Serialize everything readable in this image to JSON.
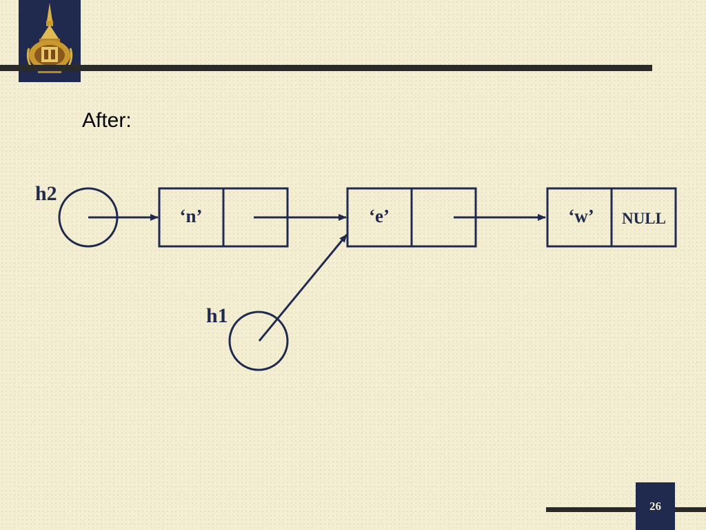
{
  "slide": {
    "heading": "After:",
    "page_number": "26"
  },
  "pointers": [
    {
      "label": "h2"
    },
    {
      "label": "h1"
    }
  ],
  "nodes": [
    {
      "value": "‘n’",
      "next": ""
    },
    {
      "value": "‘e’",
      "next": ""
    },
    {
      "value": "‘w’",
      "next": "NULL"
    }
  ],
  "colors": {
    "background": "#f3edd2",
    "ink": "#1f2a4e",
    "rule": "#2a2a2a"
  },
  "icons": {
    "logo": "royal-crown-emblem-icon"
  }
}
